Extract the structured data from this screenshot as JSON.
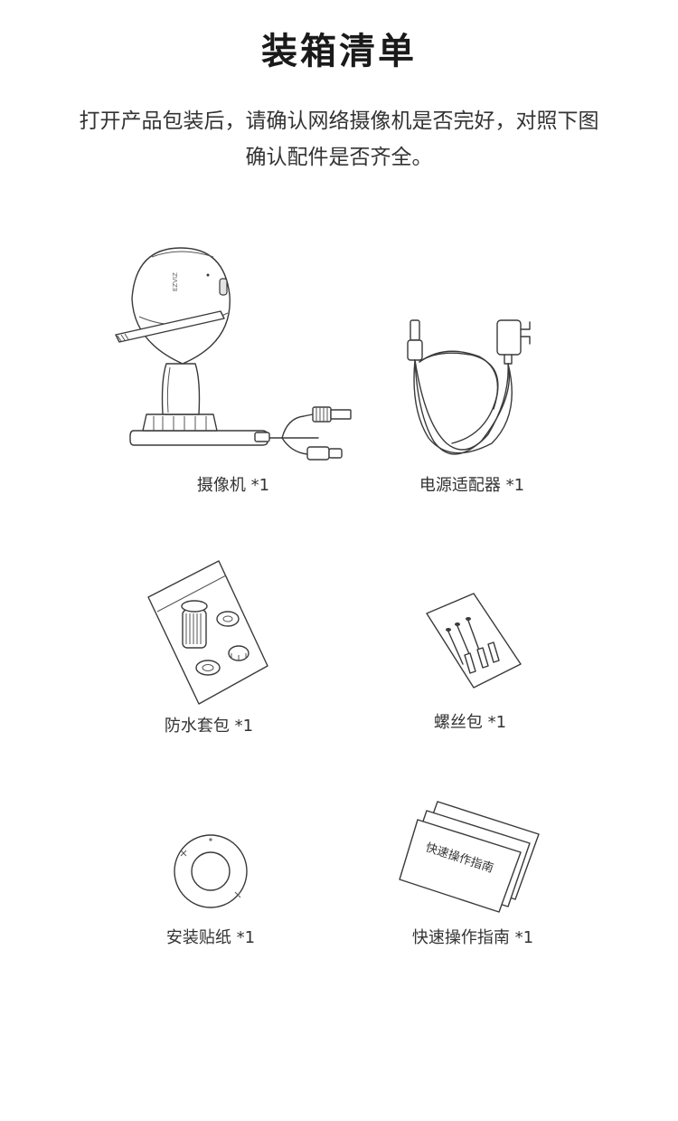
{
  "page": {
    "title": "装箱清单",
    "intro_line1": "打开产品包装后，请确认网络摄像机是否完好，对照下图",
    "intro_line2": "确认配件是否齐全。"
  },
  "items": [
    {
      "label": "摄像机 *1",
      "icon": "camera-icon"
    },
    {
      "label": "电源适配器 *1",
      "icon": "power-adapter-icon"
    },
    {
      "label": "防水套包 *1",
      "icon": "waterproof-kit-icon"
    },
    {
      "label": "螺丝包 *1",
      "icon": "screw-pack-icon"
    },
    {
      "label": "安装贴纸 *1",
      "icon": "mounting-sticker-icon"
    },
    {
      "label": "快速操作指南 *1",
      "icon": "quick-guide-icon"
    }
  ],
  "guide_cover_text": "快速操作指南",
  "camera_logo_text": "EZVIZ"
}
